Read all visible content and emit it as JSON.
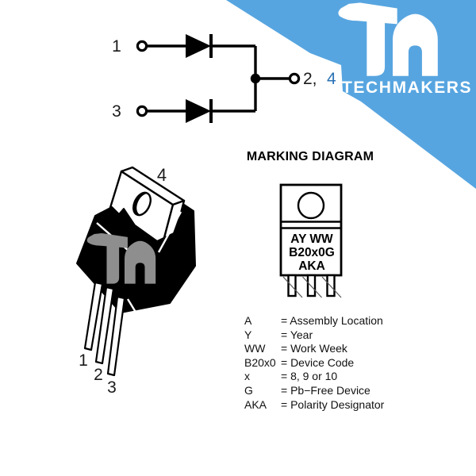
{
  "banner": {
    "brand": "TECHMAKERS"
  },
  "colors": {
    "banner_blue": "#57A5E0",
    "pin4_blue": "#2A72B5",
    "watermark_gray": "#8E8E8E",
    "line_black": "#000000"
  },
  "schematic": {
    "pin1_label": "1",
    "pin3_label": "3",
    "common_label_black": "2,",
    "common_label_blue": "4"
  },
  "package_3d": {
    "tab_label": "4",
    "lead_labels": [
      "1",
      "2",
      "3"
    ]
  },
  "marking_diagram": {
    "title": "MARKING DIAGRAM",
    "lines": [
      "AY WW",
      "B20x0G",
      "AKA"
    ]
  },
  "legend": {
    "rows": [
      {
        "symbol": "A",
        "value": "= Assembly Location"
      },
      {
        "symbol": "Y",
        "value": "= Year"
      },
      {
        "symbol": "WW",
        "value": "= Work Week"
      },
      {
        "symbol": "B20x0",
        "value": "= Device Code"
      },
      {
        "symbol": "x",
        "value": "= 8, 9 or 10"
      },
      {
        "symbol": "G",
        "value": "= Pb−Free Device"
      },
      {
        "symbol": "AKA",
        "value": "= Polarity Designator"
      }
    ]
  }
}
